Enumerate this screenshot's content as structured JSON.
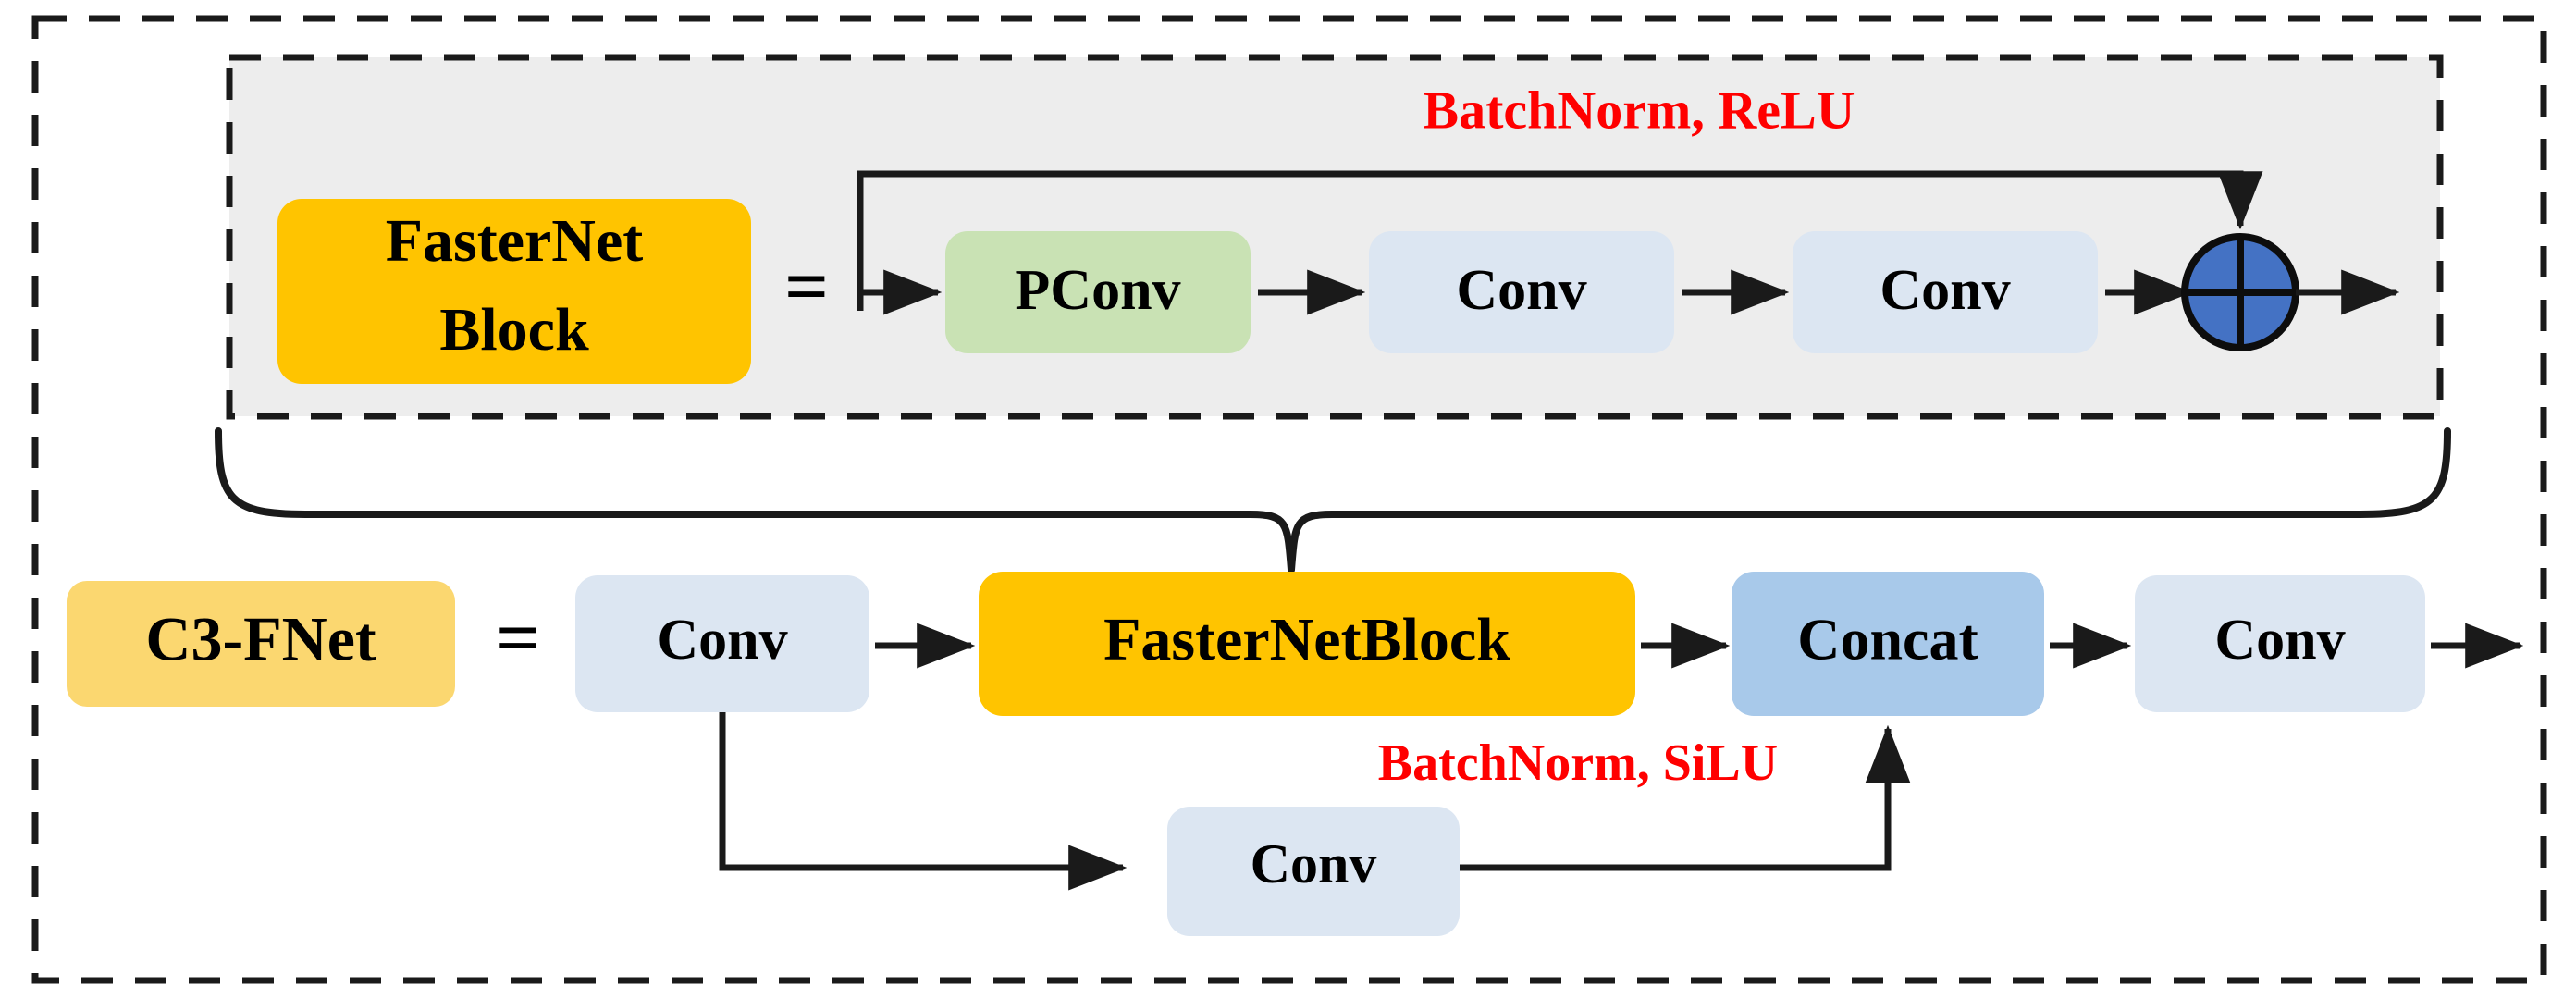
{
  "figure": {
    "type": "diagram",
    "subject": "C3-FNet module composed of FasterNet Block",
    "background_color": "#ffffff",
    "outer_border": {
      "style": "dashed",
      "color": "#1a1a1a"
    },
    "inner_panel": {
      "style": "dashed",
      "border_color": "#1a1a1a",
      "fill_color": "#ededed"
    }
  },
  "colors": {
    "gold": "#ffc400",
    "pale_gold": "#fbd770",
    "light_blue": "#dce6f2",
    "mid_blue": "#a8c9ea",
    "green": "#c9e2b4",
    "circle_blue": "#4472c4",
    "red": "#ff0000",
    "line": "#1a1a1a",
    "panel_gray": "#ededed"
  },
  "top_row": {
    "definition_box": {
      "label_line1": "FasterNet",
      "label_line2": "Block",
      "color": "#ffc400"
    },
    "equals_sign": "=",
    "annotation": "BatchNorm, ReLU",
    "nodes": [
      {
        "label": "PConv",
        "color": "#c9e2b4"
      },
      {
        "label": "Conv",
        "color": "#dce6f2"
      },
      {
        "label": "Conv",
        "color": "#dce6f2"
      }
    ],
    "add_node": {
      "icon": "plus-circle-icon",
      "symbol": "+",
      "color": "#4472c4"
    }
  },
  "bottom_row": {
    "definition_box": {
      "label": "C3-FNet",
      "color": "#fbd770"
    },
    "equals_sign": "=",
    "annotation": "BatchNorm, SiLU",
    "main_nodes": [
      {
        "label": "Conv",
        "color": "#dce6f2"
      },
      {
        "label": "FasterNetBlock",
        "color": "#ffc400"
      },
      {
        "label": "Concat",
        "color": "#a8c9ea"
      },
      {
        "label": "Conv",
        "color": "#dce6f2"
      }
    ],
    "branch_node": {
      "label": "Conv",
      "color": "#dce6f2"
    }
  },
  "connectors": {
    "brace": "curly-brace-down",
    "skip_connection": "residual-skip-arrow",
    "branch_connection": "shortcut-branch-arrow",
    "output_arrow": "output-arrow"
  }
}
